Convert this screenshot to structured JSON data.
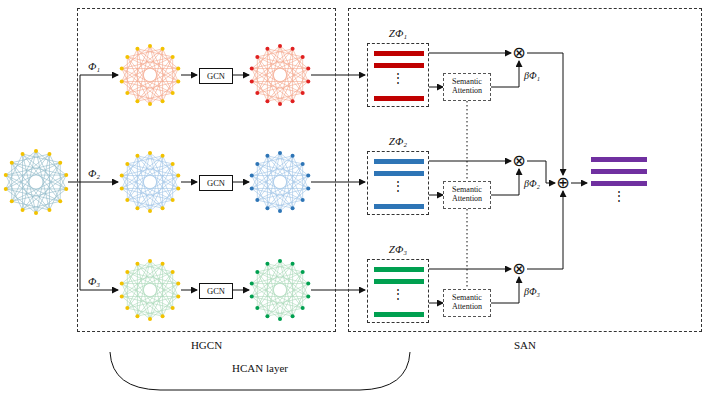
{
  "diagram": {
    "nodes": [
      {
        "text": [
          "HGCN"
        ]
      },
      {
        "text": [
          "GCN"
        ],
        "in": 0
      },
      {
        "text": [
          "GCN"
        ],
        "in": 0
      },
      {
        "text": [
          "GCN"
        ],
        "in": 0
      },
      {
        "text": [
          "SAN"
        ]
      },
      {
        "text": [
          "ZΦ₁",
          "⋮"
        ],
        "in": 4
      },
      {
        "text": [
          "Semantic Attention"
        ],
        "in": 4
      },
      {
        "text": [
          "⊗"
        ],
        "in": 4
      },
      {
        "text": [
          "ZΦ₂",
          "⋮"
        ],
        "in": 4
      },
      {
        "text": [
          "Semantic Attention"
        ],
        "in": 4
      },
      {
        "text": [
          "⊗"
        ],
        "in": 4
      },
      {
        "text": [
          "ZΦ₃",
          "⋮"
        ],
        "in": 4
      },
      {
        "text": [
          "Semantic Attention"
        ],
        "in": 4
      },
      {
        "text": [
          "⊗"
        ],
        "in": 4
      },
      {
        "text": [
          "⊕"
        ],
        "in": 4
      },
      {
        "text": [
          "⋮"
        ],
        "in": 4
      }
    ],
    "edges": [
      {
        "from": 5,
        "to": 6,
        "arrow": "to"
      },
      {
        "from": 5,
        "to": 7,
        "arrow": "to"
      },
      {
        "from": 6,
        "to": 7,
        "label": "βΦ₁",
        "arrow": "to"
      },
      {
        "from": 8,
        "to": 9,
        "arrow": "to"
      },
      {
        "from": 8,
        "to": 10,
        "arrow": "to"
      },
      {
        "from": 9,
        "to": 10,
        "label": "βΦ₂",
        "arrow": "to"
      },
      {
        "from": 11,
        "to": 12,
        "arrow": "to"
      },
      {
        "from": 11,
        "to": 13,
        "arrow": "to"
      },
      {
        "from": 12,
        "to": 13,
        "label": "βΦ₃",
        "arrow": "to"
      },
      {
        "from": 7,
        "to": 14,
        "arrow": "to"
      },
      {
        "from": 10,
        "to": 14,
        "arrow": "to"
      },
      {
        "from": 13,
        "to": 14,
        "arrow": "to"
      },
      {
        "from": 14,
        "to": 15,
        "arrow": "to"
      },
      {
        "from": 6,
        "to": 9,
        "arrow": "none"
      },
      {
        "from": 9,
        "to": 12,
        "arrow": "none"
      }
    ],
    "labels": [
      "Φ₁",
      "Φ₂",
      "Φ₃",
      "HCAN layer"
    ]
  }
}
